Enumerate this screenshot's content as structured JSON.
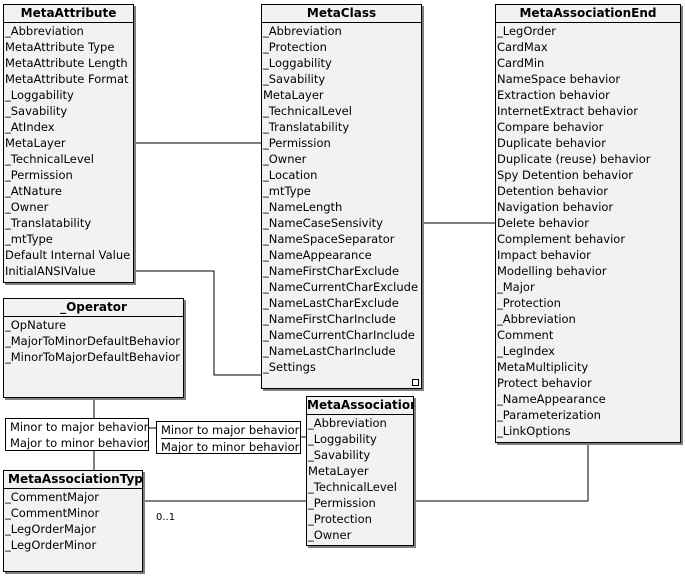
{
  "classes": {
    "meta_attribute": {
      "title": "MetaAttribute",
      "attributes": [
        "_Abbreviation",
        "MetaAttribute Type",
        "MetaAttribute Length",
        "MetaAttribute Format",
        "_Loggability",
        "_Savability",
        "_AtIndex",
        "MetaLayer",
        "_TechnicalLevel",
        "_Permission",
        "_AtNature",
        "_Owner",
        "_Translatability",
        "_mtType",
        "Default Internal Value",
        "InitialANSIValue"
      ]
    },
    "meta_class": {
      "title": "MetaClass",
      "attributes": [
        "_Abbreviation",
        "_Protection",
        "_Loggability",
        "_Savability",
        "MetaLayer",
        "_TechnicalLevel",
        "_Translatability",
        "_Permission",
        "_Owner",
        "_Location",
        "_mtType",
        "_NameLength",
        "_NameCaseSensivity",
        "_NameSpaceSeparator",
        "_NameAppearance",
        "_NameFirstCharExclude",
        "_NameCurrentCharExclude",
        "_NameLastCharExclude",
        "_NameFirstCharInclude",
        "_NameCurrentCharInclude",
        "_NameLastCharInclude",
        "_Settings"
      ]
    },
    "meta_association_end": {
      "title": "MetaAssociationEnd",
      "attributes": [
        "_LegOrder",
        "CardMax",
        "CardMin",
        "NameSpace behavior",
        "Extraction behavior",
        "InternetExtract behavior",
        "Compare behavior",
        "Duplicate behavior",
        "Duplicate (reuse) behavior",
        "Spy Detention behavior",
        "Detention behavior",
        "Navigation behavior",
        "Delete behavior",
        "Complement behavior",
        "Impact behavior",
        "Modelling behavior",
        "_Major",
        "_Protection",
        "_Abbreviation",
        "Comment",
        "_LegIndex",
        "MetaMultiplicity",
        "Protect behavior",
        "_NameAppearance",
        "_Parameterization",
        "_LinkOptions"
      ]
    },
    "operator": {
      "title": "_Operator",
      "attributes": [
        "_OpNature",
        "_MajorToMinorDefaultBehavior",
        "_MinorToMajorDefaultBehavior"
      ]
    },
    "meta_association": {
      "title": "MetaAssociation",
      "attributes": [
        "_Abbreviation",
        "_Loggability",
        "_Savability",
        "MetaLayer",
        "_TechnicalLevel",
        "_Permission",
        "_Protection",
        "_Owner"
      ]
    },
    "meta_association_type": {
      "title": "MetaAssociationType",
      "attributes": [
        "_CommentMajor",
        "_CommentMinor",
        "_LegOrderMajor",
        "_LegOrderMinor"
      ]
    }
  },
  "roles": {
    "left": {
      "minor_to_major": "Minor to major behavior",
      "major_to_minor": "Major to minor behavior"
    },
    "right": {
      "minor_to_major": "Minor to major behavior",
      "major_to_minor": "Major to minor behavior"
    }
  },
  "multiplicity": {
    "type_assoc": "0..1"
  },
  "colors": {
    "class_fill": "#f2f2f2",
    "line": "#000000",
    "shadow": "#7f7f7f"
  }
}
